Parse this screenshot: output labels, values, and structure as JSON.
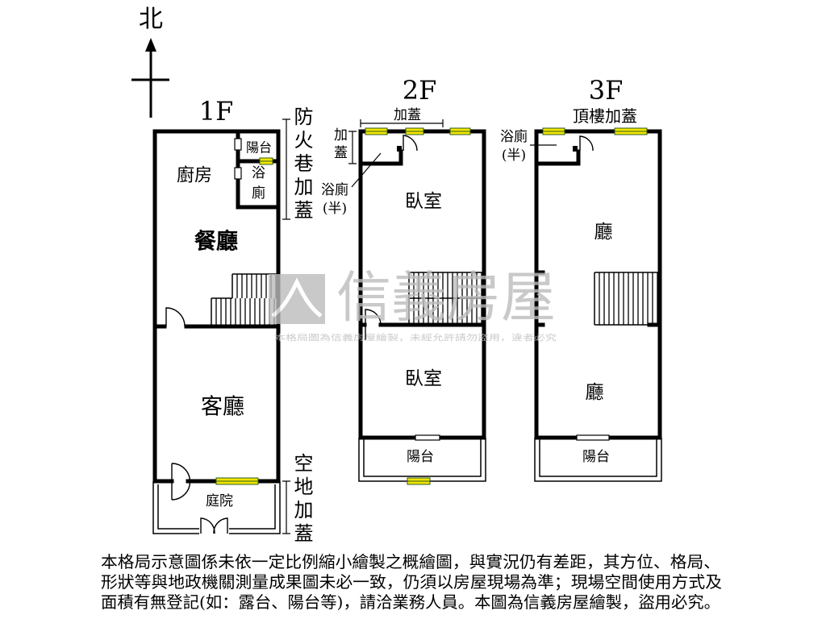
{
  "compass": {
    "north_label": "北"
  },
  "floor_1": {
    "label": "1F",
    "kitchen": "廚房",
    "balcony": "陽台",
    "bathroom": "浴廁",
    "dining_room": "餐廳",
    "living_room": "客廳",
    "courtyard": "庭院"
  },
  "floor_2": {
    "label": "2F",
    "addition_top": "加蓋",
    "addition_side": "加蓋",
    "bathroom": "浴廁",
    "bathroom_note": "(半)",
    "bedroom_upper": "臥室",
    "bedroom_lower": "臥室",
    "balcony": "陽台"
  },
  "floor_3": {
    "label": "3F",
    "rooftop_addition": "頂樓加蓋",
    "bathroom": "浴廁",
    "bathroom_note": "(半)",
    "hall_upper": "廳",
    "hall_lower": "廳",
    "balcony": "陽台"
  },
  "annotations": {
    "fire_lane_addition": "防火巷加蓋",
    "open_land_addition": "空地加蓋"
  },
  "watermark": {
    "brand": "信義房屋",
    "notice": "本格局圖為信義房屋繪製，未經允許請勿盜用，違者必究",
    "logo_icon": "house-roof-logo-icon"
  },
  "disclaimer": {
    "lines": [
      "本格局示意圖係未依一定比例縮小繪製之概繪圖，與實況仍有差距，其方位、格局、",
      "形狀等與地政機關測量成果圖未必一致，仍須以房屋現場為準；現場空間使用方式及",
      "面積有無登記(如：露台、陽台等)，請洽業務人員。本圖為信義房屋繪製，盜用必究。"
    ]
  },
  "colors": {
    "wall": "#000000",
    "window": "#f2e600",
    "window_edge": "#2d5a1b",
    "watermark": "#bcbcbc"
  }
}
